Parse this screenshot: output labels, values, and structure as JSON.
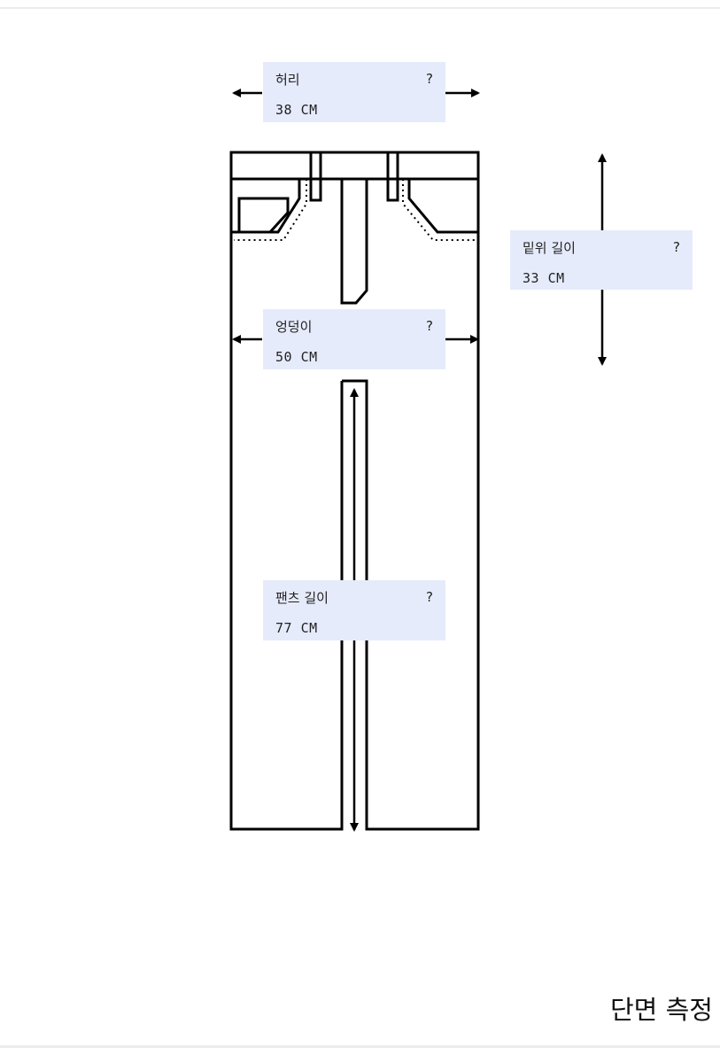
{
  "measurements": {
    "waist": {
      "label": "허리",
      "value": "38 CM",
      "help": "?"
    },
    "rise": {
      "label": "밑위 길이",
      "value": "33 CM",
      "help": "?"
    },
    "hip": {
      "label": "엉덩이",
      "value": "50 CM",
      "help": "?"
    },
    "length": {
      "label": "팬츠 길이",
      "value": "77 CM",
      "help": "?"
    }
  },
  "caption": "단면 측정",
  "colors": {
    "box_bg": "#e6ebfb",
    "line": "#000000"
  }
}
